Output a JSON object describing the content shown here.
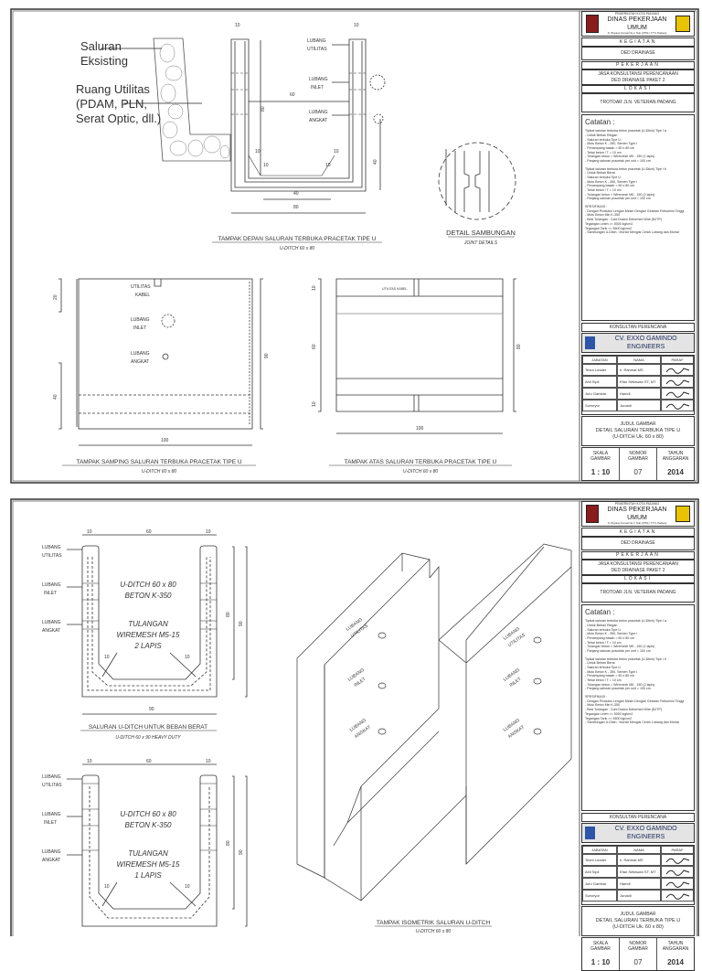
{
  "title_block": {
    "agency_top": "PEMERINTAH KOTA PADANG",
    "agency_name": "DINAS PEKERJAAN UMUM",
    "agency_address": "Jl. Bypass Kamal No.1 Telp.(0751) 7771 Padang",
    "kegiatan_label": "KEGIATAN",
    "kegiatan_value": "DED DRAINASE",
    "pekerjaan_label": "PEKERJAAN",
    "pekerjaan_value_1": "JASA KONSULTANSI PERENCANAAN",
    "pekerjaan_value_2": "DED DRAINASE PAKET 2",
    "lokasi_label": "LOKASI",
    "lokasi_value": "TROTOAR JLN. VETERAN PADANG",
    "notes_title": "Catatan :",
    "notes": [
      "Tipikal saluran terbuka beton pracetak (U-Ditch) Tipe I a",
      "- Untuk Beban Ringan",
      "- Saluran terbuka Tipe U",
      "- Mutu Beton K - 350, Semen Type I",
      "- Penampang basah = 60 x 80 cm",
      "- Tebal beton / T = 10 cm",
      "- Tulangan beton = Wiremesh M5 - 150 (1 lapis)",
      "- Panjang saluran pracetak per unit = 100 cm",
      "",
      "Tipikal saluran terbuka beton pracetak (U-Ditch) Tipe I b",
      "- Untuk Beban Berat",
      "- Saluran terbuka Tipe U",
      "- Mutu Beton K - 350, Semen Type I",
      "- Penampang basah = 60 x 80 cm",
      "- Tebal beton / T = 10 cm",
      "- Tulangan beton = Wiremesh M5 - 150 (2 lapis)",
      "- Panjang saluran pracetak per unit = 100 cm",
      "",
      "SPESIFIKASI :",
      "- Dengan Produksi Lengan Mesin Dengan Getaran Frekuensi Tinggi",
      "- Mutu Beton Min K-350",
      "- Besi Tulangan : Cold Drawn Deformed Wire (BJTP)",
      "  Tegangan Leleh >= 5000 kg/cm2",
      "  Tegangan Tarik >= 5500 kg/cm2",
      "- Sambungan U-Ditch : Mortar Mengisi Celah Lubang dan Mortar"
    ],
    "consultant_label": "KONSULTAN PERENCANA",
    "consultant_name": "CV. EXXO GAMINDO ENGINEERS",
    "staff_headers": [
      "JABATAN",
      "NAMA",
      "PARAF"
    ],
    "staff": [
      {
        "role": "Team Leader",
        "name": "Ir. Rahmat MS"
      },
      {
        "role": "Ahli Sipil",
        "name": "Efan Setiawan ST, MT"
      },
      {
        "role": "Juru Gambar",
        "name": "Hamdi"
      },
      {
        "role": "Surveyor",
        "name": "Junaidi"
      }
    ],
    "drawing_title_label": "JUDUL GAMBAR",
    "drawing_title_1": "DETAIL SALURAN TERBUKA TIPE U",
    "drawing_title_2": "(U-DITCH Uk. 60 x 80)",
    "scale_label_1": "SKALA",
    "scale_label_2": "GAMBAR",
    "number_label_1": "NOMOR",
    "number_label_2": "GAMBAR",
    "year_label_1": "TAHUN",
    "year_label_2": "ANGGARAN",
    "scale_value": "1 : 10",
    "number_value": "07",
    "year_value": "2014"
  },
  "sheet1": {
    "front": {
      "label_existing_1": "Saluran",
      "label_existing_2": "Eksisting",
      "label_utility_1": "Ruang Utilitas",
      "label_utility_2": "(PDAM, PLN,",
      "label_utility_3": "Serat Optic, dll.)",
      "lubang": "LUBANG",
      "utilitas": "UTILITAS",
      "inlet": "INLET",
      "angkat": "ANGKAT",
      "dim_10": "10",
      "dim_60": "60",
      "dim_80": "80",
      "dim_40": "40",
      "title": "TAMPAK DEPAN SALURAN TERBUKA PRACETAK TIPE U",
      "subtitle": "U-DITCH 60 x 80"
    },
    "joint": {
      "title": "DETAIL SAMBUNGAN",
      "subtitle": "JOINT DETAILS"
    },
    "side": {
      "utilitas": "UTILITAS",
      "kabel": "KABEL",
      "lubang": "LUBANG",
      "inlet": "INLET",
      "angkat": "ANGKAT",
      "dim_20": "20",
      "dim_40": "40",
      "dim_90": "90",
      "dim_100": "100",
      "title": "TAMPAK SAMPING SALURAN TERBUKA PRACETAK TIPE U",
      "subtitle": "U-DITCH 60 x 80"
    },
    "top": {
      "utilitas_kabel": "UTILITAS KABEL",
      "dim_10": "10",
      "dim_60": "60",
      "dim_80": "80",
      "dim_100": "100",
      "title": "TAMPAK ATAS SALURAN TERBUKA PRACETAK TIPE U",
      "subtitle": "U-DITCH 60 x 80"
    }
  },
  "sheet2": {
    "lubang": "LUBANG",
    "utilitas": "UTILITAS",
    "inlet": "INLET",
    "angkat": "ANGKAT",
    "dim_10": "10",
    "dim_60": "60",
    "dim_80": "80",
    "dim_90": "90",
    "ditch": "U-DITCH 60 x 80",
    "beton": "BETON K-350",
    "tulangan": "TULANGAN",
    "wiremesh": "WIREMESH M5-15",
    "two_layers": "2 LAPIS",
    "one_layer": "1 LAPIS",
    "heavy_title": "SALURAN U-DITCH UNTUK BEBAN BERAT",
    "heavy_subtitle": "U-DITCH 60 x 90 HEAVY DUTY",
    "iso_title": "TAMPAK ISOMETRIK SALURAN U-DITCH",
    "iso_subtitle": "U-DITCH 60 x 80"
  }
}
